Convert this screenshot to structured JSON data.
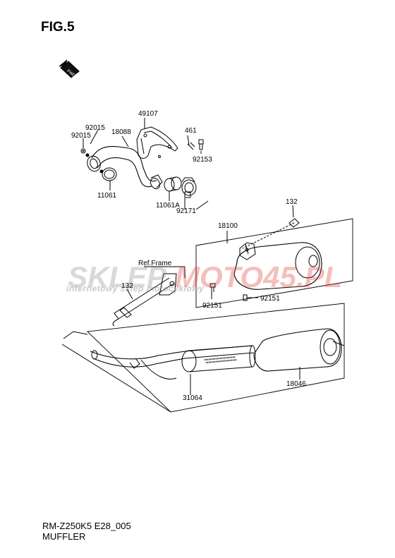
{
  "figure": {
    "title": "FIG.5"
  },
  "footer": {
    "model_code": "RM-Z250K5 E28_005",
    "section_name": "MUFFLER"
  },
  "orientation_mark": {
    "text": "FWD"
  },
  "reference": {
    "frame_label": "Ref.Frame"
  },
  "parts": [
    {
      "number": "49107"
    },
    {
      "number": "92015"
    },
    {
      "number": "18088"
    },
    {
      "number": "92015"
    },
    {
      "number": "461"
    },
    {
      "number": "92153"
    },
    {
      "number": "11061"
    },
    {
      "number": "11061A"
    },
    {
      "number": "92171"
    },
    {
      "number": "132"
    },
    {
      "number": "18100"
    },
    {
      "number": "132"
    },
    {
      "number": "92151"
    },
    {
      "number": "92151"
    },
    {
      "number": "18046"
    },
    {
      "number": "31064"
    }
  ],
  "watermark": {
    "brand_left": "SKLEP",
    "brand_right": "MOTO45.PL",
    "tagline": "internetowy sklep motocyklowy",
    "colors": {
      "left": "#8c8c8c",
      "right": "#e03a2c"
    }
  },
  "colors": {
    "line": "#000000",
    "background": "#ffffff"
  }
}
